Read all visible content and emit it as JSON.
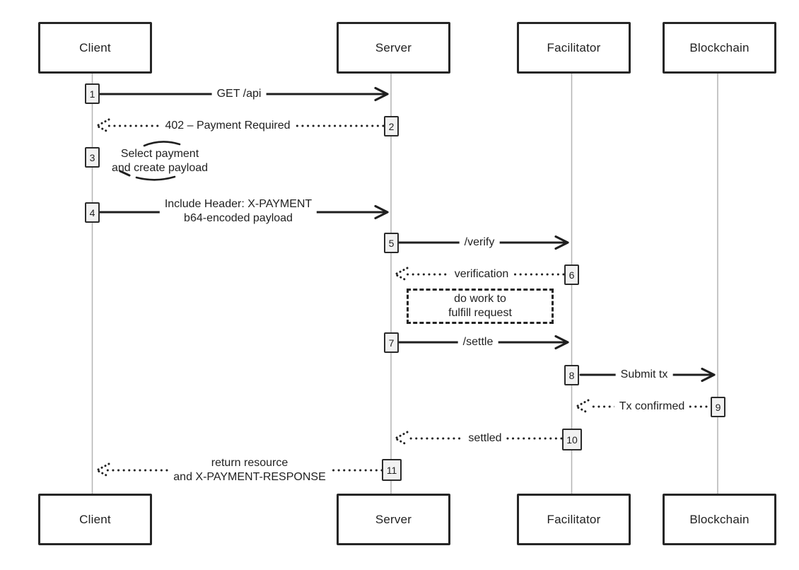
{
  "diagram": {
    "participants": [
      {
        "id": "client",
        "name": "Client"
      },
      {
        "id": "server",
        "name": "Server"
      },
      {
        "id": "facilitator",
        "name": "Facilitator"
      },
      {
        "id": "blockchain",
        "name": "Blockchain"
      }
    ],
    "messages": [
      {
        "num": "1",
        "from": "Client",
        "to": "Server",
        "style": "solid",
        "label": "GET /api"
      },
      {
        "num": "2",
        "from": "Server",
        "to": "Client",
        "style": "dotted",
        "label": "402 – Payment Required"
      },
      {
        "num": "3",
        "from": "Client",
        "to": "Client",
        "style": "self",
        "lines": [
          "Select payment",
          "and create payload"
        ]
      },
      {
        "num": "4",
        "from": "Client",
        "to": "Server",
        "style": "solid",
        "lines": [
          "Include Header: X-PAYMENT",
          "b64-encoded payload"
        ]
      },
      {
        "num": "5",
        "from": "Server",
        "to": "Facilitator",
        "style": "solid",
        "label": "/verify"
      },
      {
        "num": "6",
        "from": "Facilitator",
        "to": "Server",
        "style": "dotted",
        "label": "verification"
      },
      {
        "num": "7",
        "from": "Server",
        "to": "Facilitator",
        "style": "solid",
        "label": "/settle"
      },
      {
        "num": "8",
        "from": "Facilitator",
        "to": "Blockchain",
        "style": "solid",
        "label": "Submit tx"
      },
      {
        "num": "9",
        "from": "Blockchain",
        "to": "Facilitator",
        "style": "dotted",
        "label": "Tx confirmed"
      },
      {
        "num": "10",
        "from": "Facilitator",
        "to": "Server",
        "style": "dotted",
        "label": "settled"
      },
      {
        "num": "11",
        "from": "Server",
        "to": "Client",
        "style": "dotted",
        "lines": [
          "return resource",
          "and X-PAYMENT-RESPONSE"
        ]
      }
    ],
    "note": {
      "lines": [
        "do work to",
        "fulfill request"
      ]
    },
    "colors": {
      "ink": "#1f1f1f",
      "lifeline": "#b3b3b3",
      "badge_fill": "#f1f1f1",
      "background": "#ffffff"
    }
  }
}
